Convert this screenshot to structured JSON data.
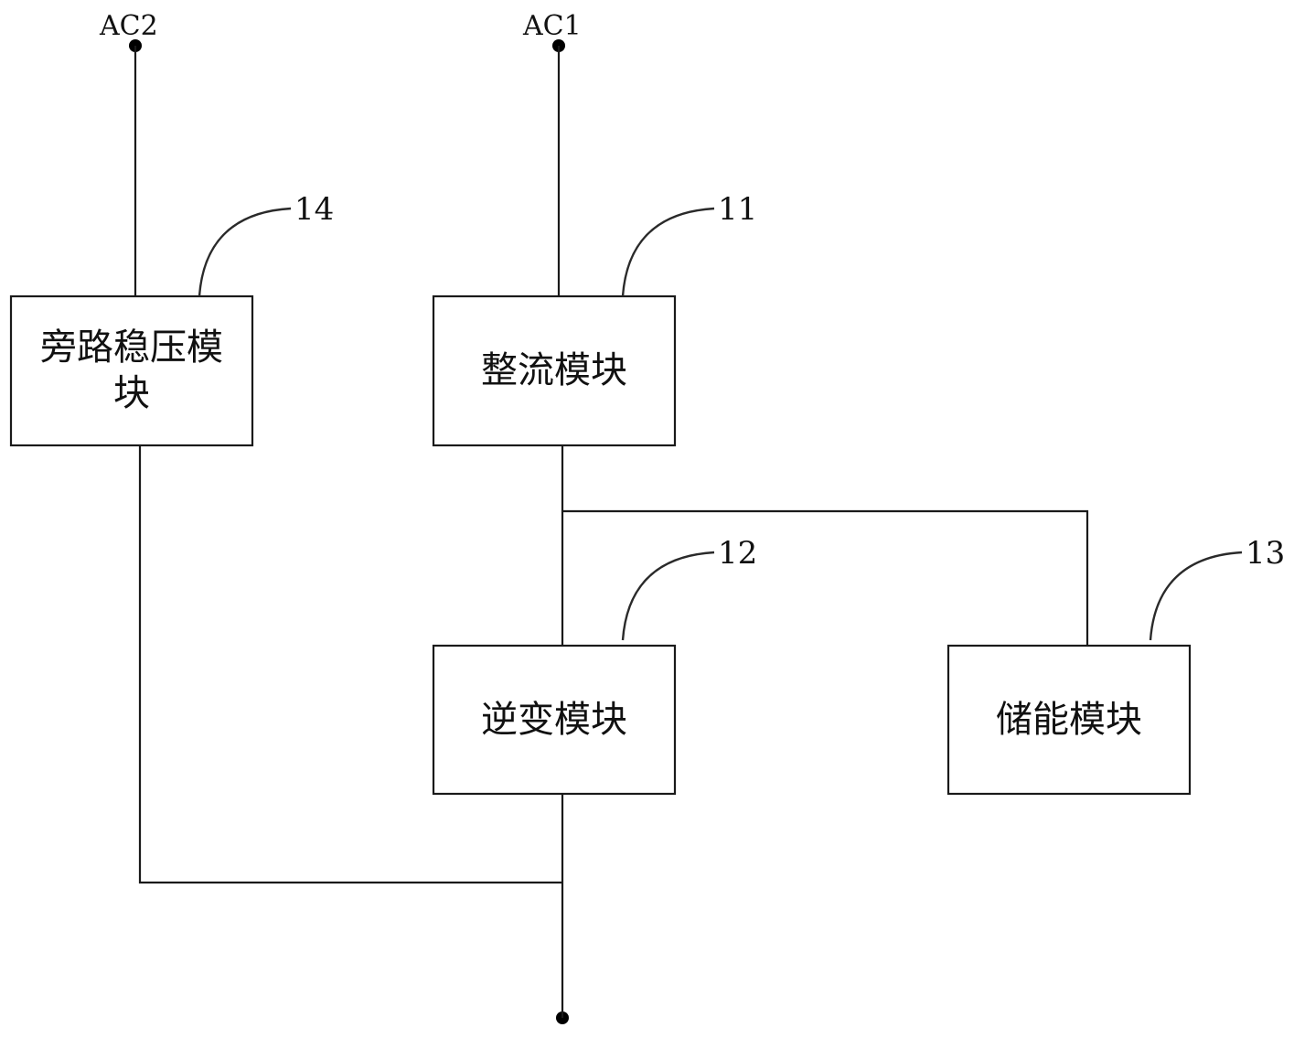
{
  "diagram": {
    "terminals": {
      "ac2": "AC2",
      "ac1": "AC1"
    },
    "modules": {
      "bypass": {
        "line1": "旁路稳压模",
        "line2": "块",
        "ref": "14"
      },
      "rectifier": {
        "label": "整流模块",
        "ref": "11"
      },
      "inverter": {
        "label": "逆变模块",
        "ref": "12"
      },
      "storage": {
        "label": "储能模块",
        "ref": "13"
      }
    }
  }
}
